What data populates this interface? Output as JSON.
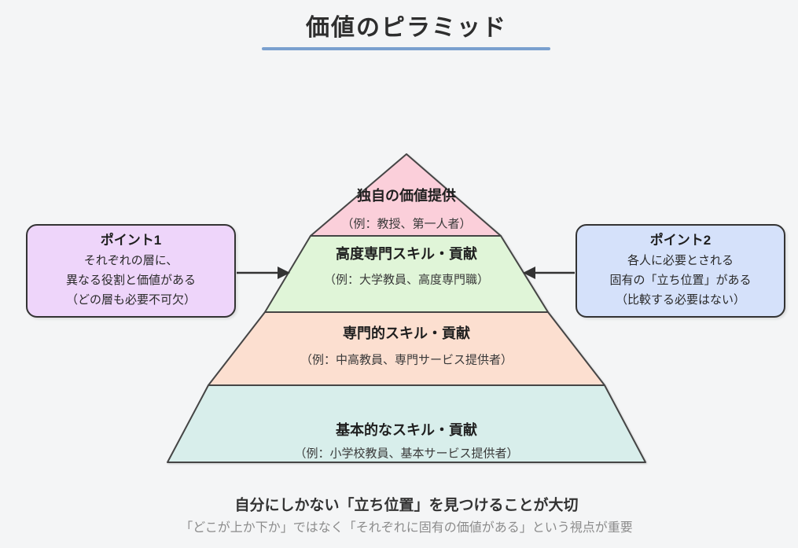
{
  "title": "価値のピラミッド",
  "colors": {
    "background": "#f4f5f6",
    "outline": "#454545",
    "underline": "#7aa0cf",
    "arrow": "#333333"
  },
  "pyramid": {
    "tiers": [
      {
        "title": "独自の価値提供",
        "example": "（例：教授、第一人者）",
        "color": "#fbcfda"
      },
      {
        "title": "高度専門スキル・貢献",
        "example": "（例：大学教員、高度専門職）",
        "color": "#e0f5d8"
      },
      {
        "title": "専門的スキル・貢献",
        "example": "（例：中高教員、専門サービス提供者）",
        "color": "#fcdfd0"
      },
      {
        "title": "基本的なスキル・貢献",
        "example": "（例：小学校教員、基本サービス提供者）",
        "color": "#d8eeeb"
      }
    ]
  },
  "callouts": {
    "left": {
      "title": "ポイント1",
      "lines": [
        "それぞれの層に、",
        "異なる役割と価値がある",
        "（どの層も必要不可欠）"
      ],
      "color": "#eed5fa"
    },
    "right": {
      "title": "ポイント2",
      "lines": [
        "各人に必要とされる",
        "固有の「立ち位置」がある",
        "（比較する必要はない）"
      ],
      "color": "#d5e1fa"
    }
  },
  "footer": {
    "headline": "自分にしかない「立ち位置」を見つけることが大切",
    "subline": "「どこが上か下か」ではなく「それぞれに固有の価値がある」という視点が重要"
  }
}
